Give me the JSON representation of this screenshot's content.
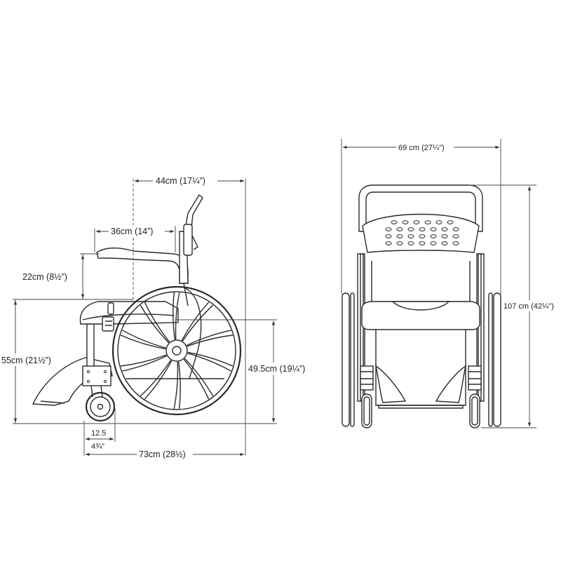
{
  "side_view": {
    "depth_label": "73cm (28½)",
    "height_label": "55cm (21½”)",
    "seat_depth_label": "44cm (17¼”)",
    "armrest_label": "36cm (14”)",
    "arm_height_label": "22cm (8½”)",
    "wheel_height_label": "49.5cm (19¼”)",
    "caster_label_cm": "12.5",
    "caster_label_in": "4¾”"
  },
  "front_view": {
    "width_label": "69 cm (27¼\")",
    "height_label": "107 cm (42¼\")"
  }
}
